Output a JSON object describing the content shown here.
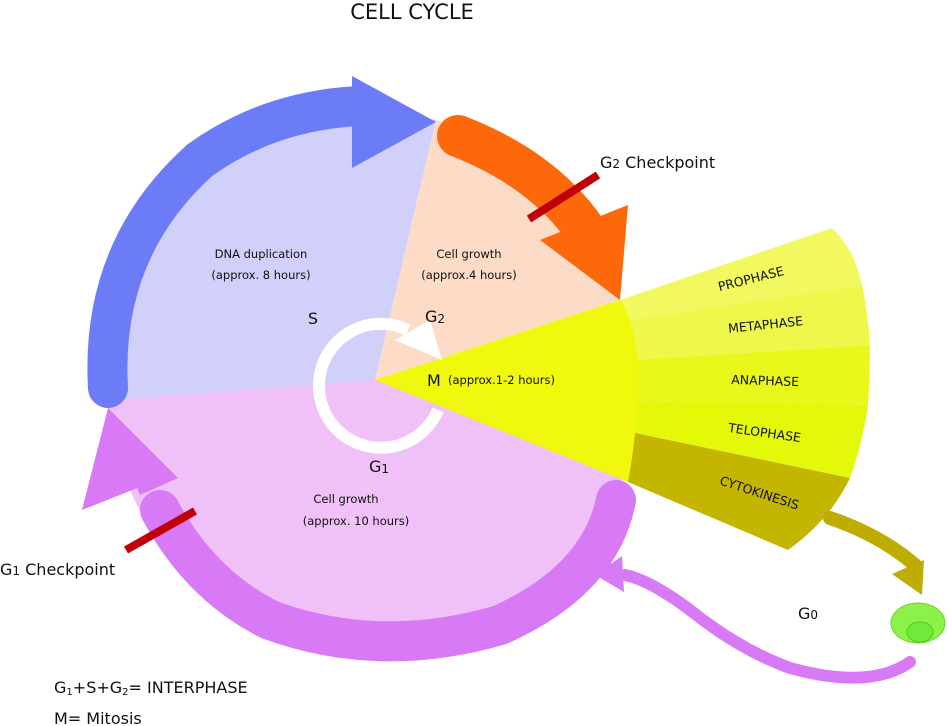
{
  "title": "CELL CYCLE",
  "phases": {
    "S": {
      "letter": "S",
      "desc_line1": "DNA duplication",
      "desc_line2": "(approx. 8 hours)",
      "color": "#d0d0fa"
    },
    "G2": {
      "letter": "G",
      "sub": "2",
      "desc_line1": "Cell growth",
      "desc_line2": "(approx.4 hours)",
      "color": "#fcdcc6"
    },
    "G1": {
      "letter": "G",
      "sub": "1",
      "desc_line1": "Cell growth",
      "desc_line2": "(approx. 10 hours)",
      "color": "#f0c0f8"
    },
    "M": {
      "letter": "M",
      "desc": "(approx.1-2 hours)",
      "color": "#f0f90c"
    }
  },
  "mitosis_stages": [
    {
      "label": "PROPHASE",
      "color": "#f2f860"
    },
    {
      "label": "METAPHASE",
      "color": "#eef84a"
    },
    {
      "label": "ANAPHASE",
      "color": "#e8f81a"
    },
    {
      "label": "TELOPHASE",
      "color": "#e4f80a"
    },
    {
      "label": "CYTOKINESIS",
      "color": "#c4b600"
    }
  ],
  "checkpoints": {
    "g2": {
      "letter": "G",
      "sub": "2",
      "text": " Checkpoint"
    },
    "g1": {
      "letter": "G",
      "sub": "1",
      "text": " Checkpoint"
    }
  },
  "g0": {
    "letter": "G",
    "sub": "0"
  },
  "legend": {
    "interphase": {
      "g1": "G",
      "g1sub": "1",
      "plus1": "+S+G",
      "g2sub": "2",
      "rest": "= INTERPHASE"
    },
    "mitosis": "M= Mitosis"
  },
  "colors": {
    "s_arrow": "#6b7cf6",
    "g2_arrow": "#fd680a",
    "g1_arrow": "#d879f6",
    "checkpoint_bar": "#c0000a",
    "cytokinesis_arrow": "#bfac00",
    "g0_cell_outer": "#8cf24a",
    "g0_cell_inner": "#6eea3a"
  }
}
